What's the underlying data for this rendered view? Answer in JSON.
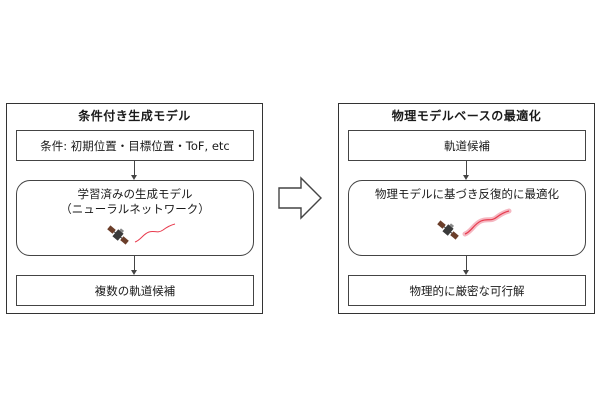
{
  "left_panel": {
    "title": "条件付き生成モデル",
    "conditions_label": "条件: 初期位置・目標位置・ToF, etc",
    "model_line1": "学習済みの生成モデル",
    "model_line2": "（ニューラルネットワーク）",
    "output_label": "複数の軌道候補"
  },
  "right_panel": {
    "title": "物理モデルベースの最適化",
    "input_label": "軌道候補",
    "optimizer_label": "物理モデルに基づき反復的に最適化",
    "output_label": "物理的に厳密な可行解"
  },
  "colors": {
    "trajectory": "#e83b4e",
    "trajectory_band": "#f5b8c2",
    "satellite_body": "#3a3a3a",
    "satellite_panel": "#6b3e2a"
  },
  "icons": [
    "satellite-icon",
    "trajectory-icon",
    "big-arrow-icon"
  ]
}
